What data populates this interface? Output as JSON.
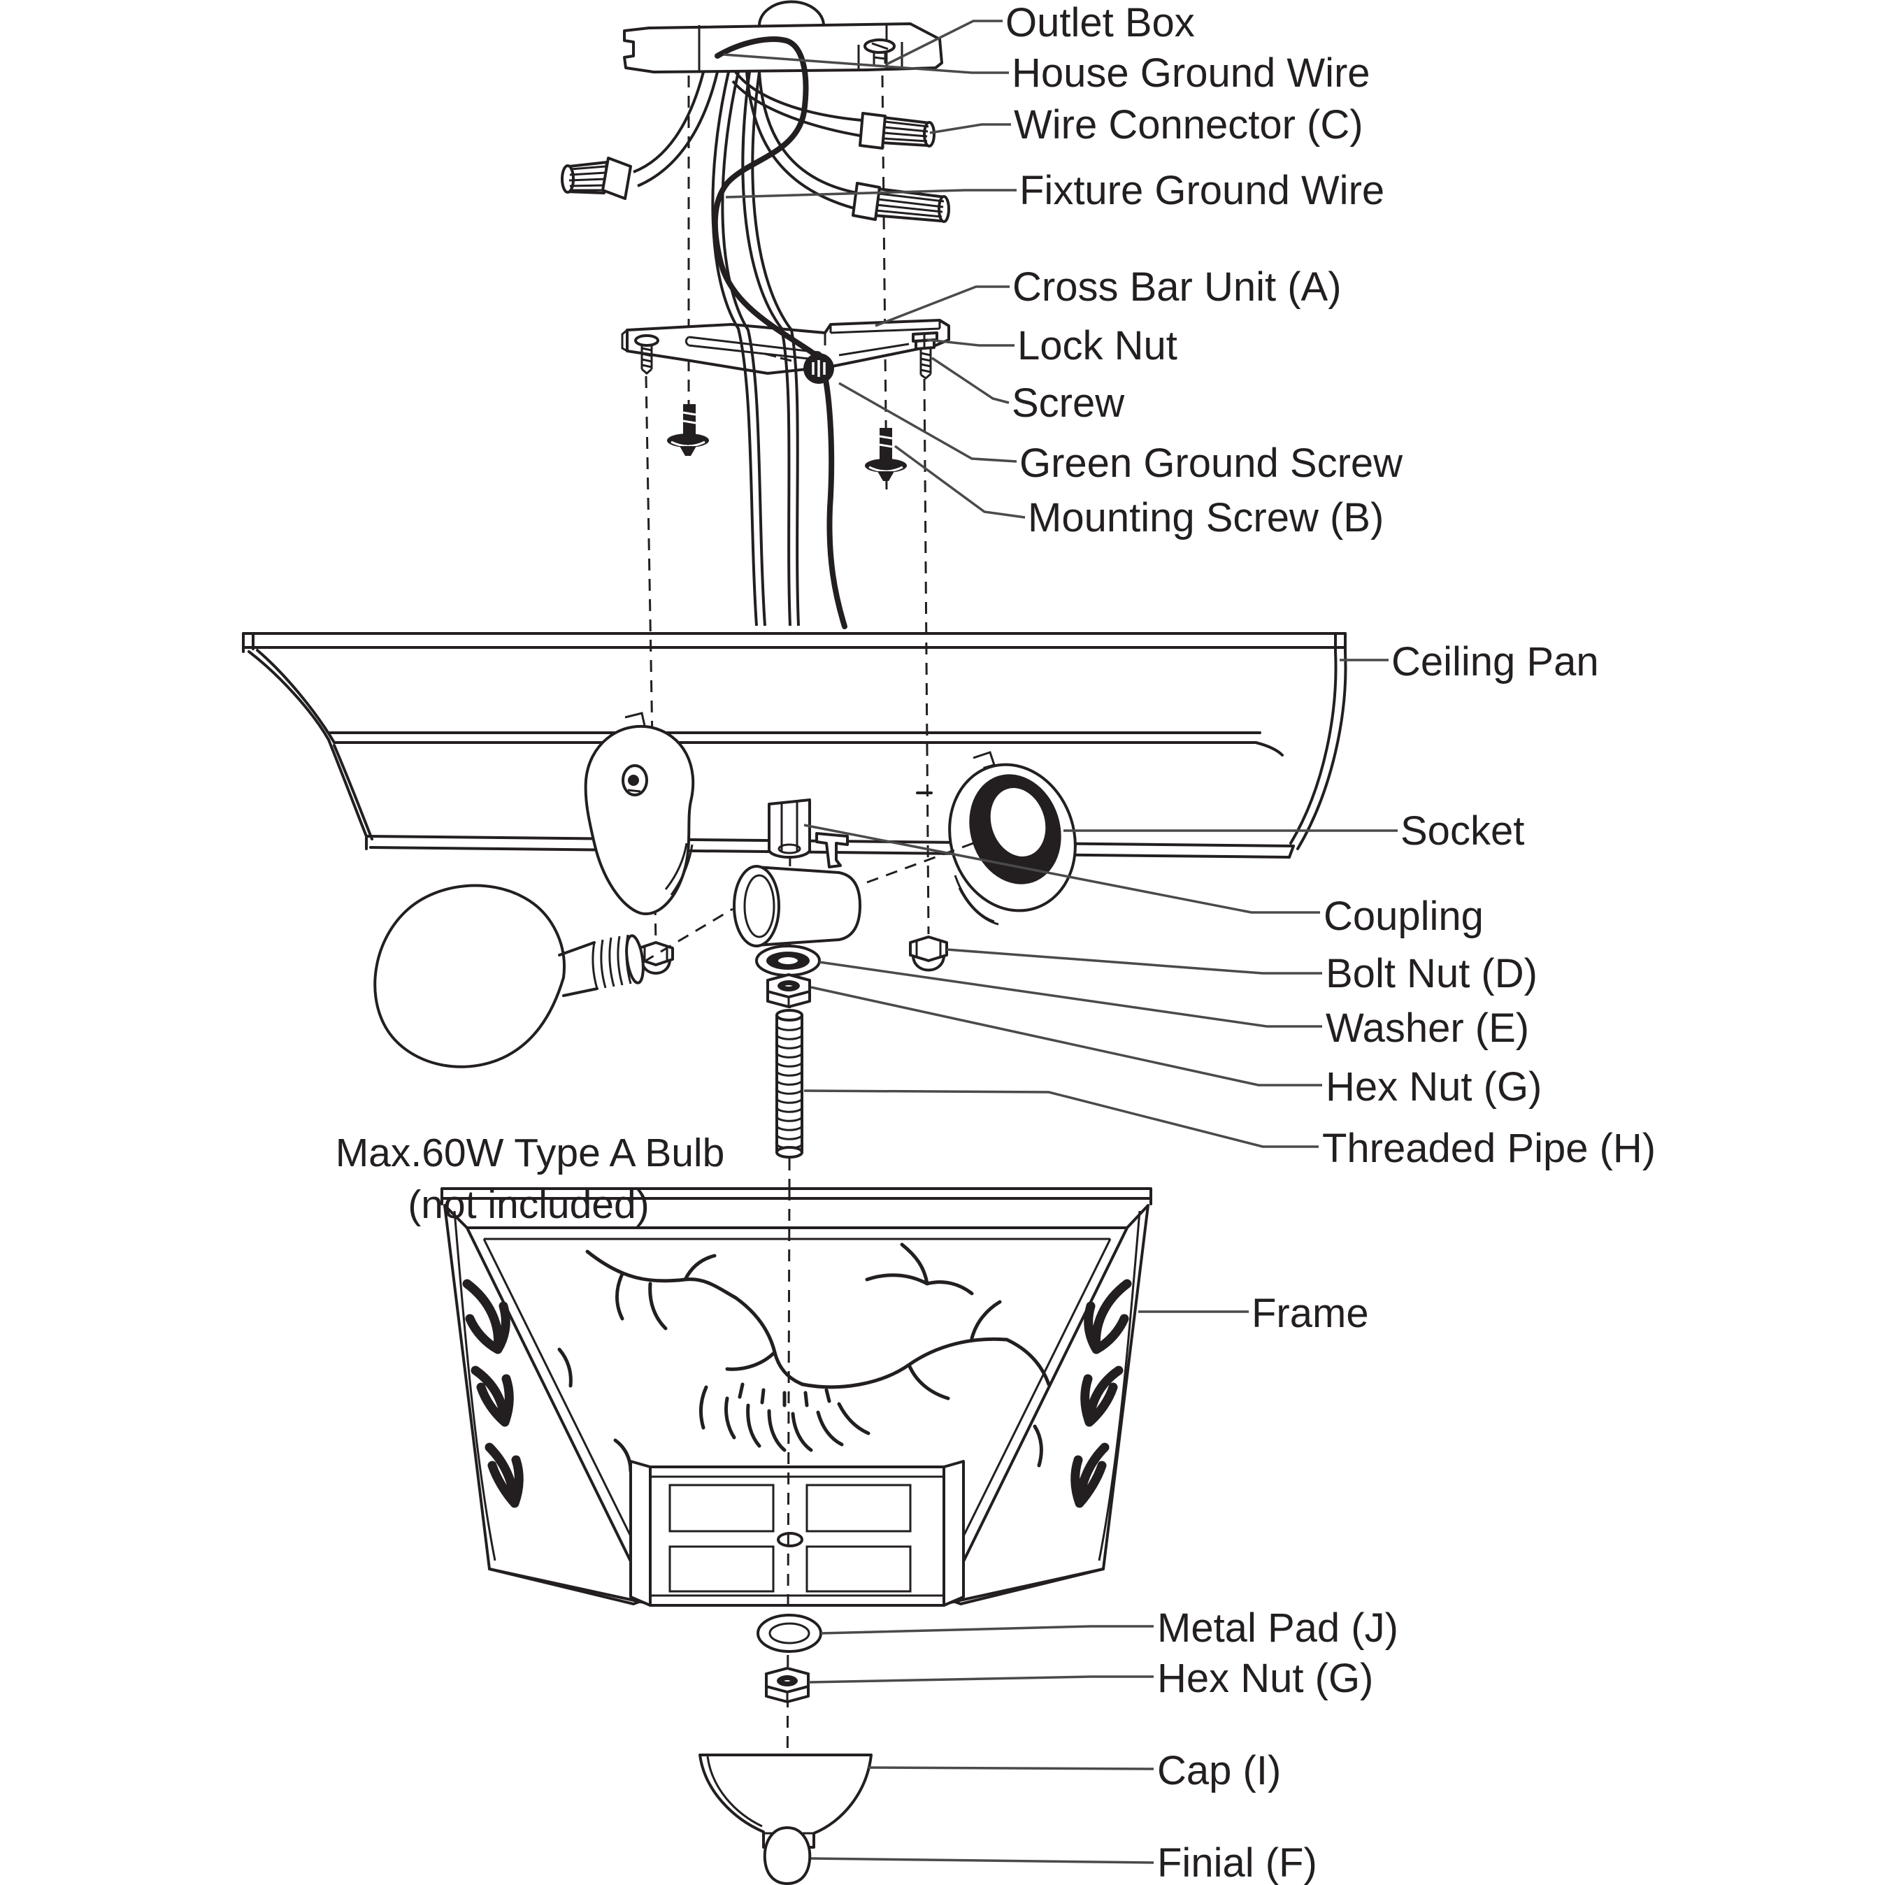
{
  "figure": {
    "type": "exploded-assembly-diagram",
    "subject": "ceiling light fixture mounting instructions"
  },
  "labels": {
    "outlet_box": "Outlet Box",
    "house_ground_wire": "House Ground Wire",
    "wire_connector": "Wire Connector (C)",
    "fixture_ground_wire": "Fixture Ground Wire",
    "cross_bar_unit": "Cross Bar Unit (A)",
    "lock_nut": "Lock Nut",
    "screw": "Screw",
    "green_ground_screw": "Green Ground Screw",
    "mounting_screw": "Mounting Screw (B)",
    "ceiling_pan": "Ceiling Pan",
    "socket": "Socket",
    "coupling": "Coupling",
    "bolt_nut": "Bolt Nut (D)",
    "washer": "Washer (E)",
    "hex_nut_upper": "Hex Nut (G)",
    "threaded_pipe": "Threaded Pipe (H)",
    "frame": "Frame",
    "metal_pad": "Metal Pad (J)",
    "hex_nut_lower": "Hex Nut (G)",
    "cap": "Cap (I)",
    "finial": "Finial (F)"
  },
  "bulb_note": {
    "line1": "Max.60W Type A Bulb",
    "line2": "(not included)"
  },
  "colors": {
    "ink": "#231f20",
    "leader": "#4a4a4a",
    "background": "#ffffff"
  }
}
